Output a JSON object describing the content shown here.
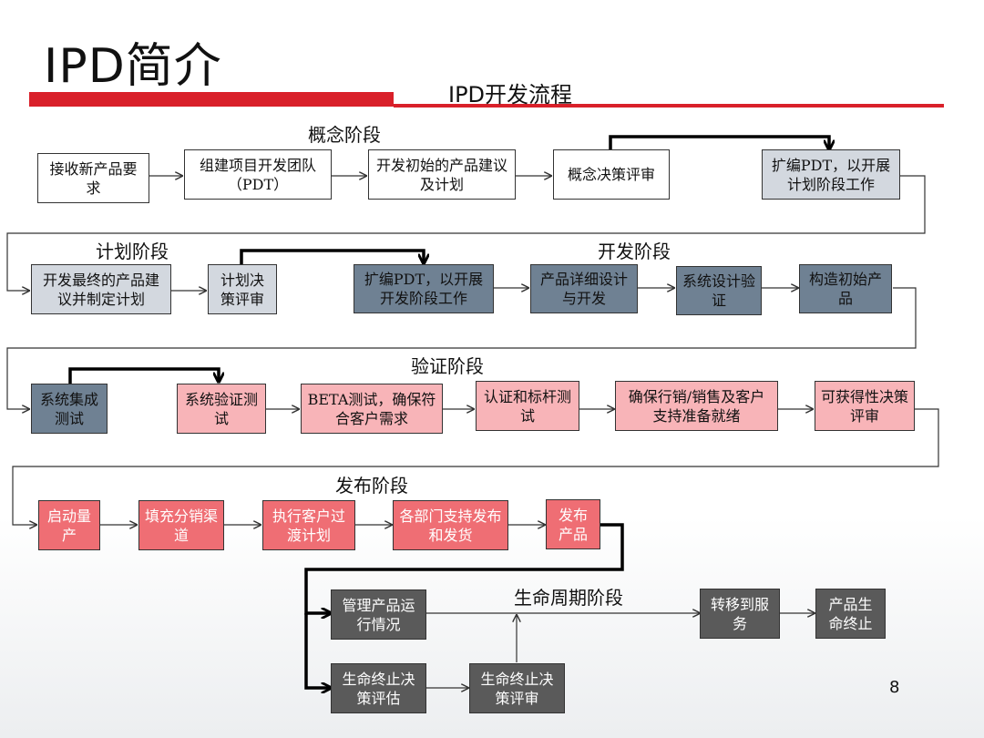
{
  "title": "IPD简介",
  "subtitle": "IPD开发流程",
  "page_number": "8",
  "phases": {
    "concept": "概念阶段",
    "plan": "计划阶段",
    "develop": "开发阶段",
    "verify": "验证阶段",
    "release": "发布阶段",
    "lifecycle": "生命周期阶段"
  },
  "boxes": {
    "b1": "接收新产品要求",
    "b2": "组建项目开发团队（PDT）",
    "b3": "开发初始的产品建议及计划",
    "b4": "概念决策评审",
    "b5": "扩编PDT，以开展计划阶段工作",
    "b6": "开发最终的产品建议并制定计划",
    "b7": "计划决策评审",
    "b8": "扩编PDT，以开展开发阶段工作",
    "b9": "产品详细设计与开发",
    "b10": "系统设计验证",
    "b11": "构造初始产品",
    "b12": "系统集成测试",
    "b13": "系统验证测试",
    "b14": "BETA测试，确保符合客户需求",
    "b15": "认证和标杆测试",
    "b16": "确保行销/销售及客户支持准备就绪",
    "b17": "可获得性决策评审",
    "b18": "启动量产",
    "b19": "填充分销渠道",
    "b20": "执行客户过渡计划",
    "b21": "各部门支持发布和发货",
    "b22": "发布产品",
    "b23": "管理产品运行情况",
    "b24": "转移到服务",
    "b25": "产品生命终止",
    "b26": "生命终止决策评估",
    "b27": "生命终止决策评审"
  },
  "colors": {
    "accent_red": "#d9202a",
    "box_light_gray": "#d3d8df",
    "box_steel": "#6f8193",
    "box_pink": "#f8b4b8",
    "box_red": "#ef6e74",
    "box_dark": "#5a5a5a"
  }
}
